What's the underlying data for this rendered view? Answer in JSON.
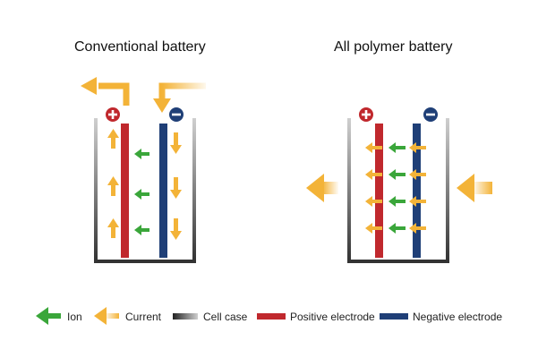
{
  "titles": {
    "left": "Conventional battery",
    "right": "All polymer battery"
  },
  "terminals": {
    "positive_symbol": "+",
    "negative_symbol": "−"
  },
  "legend": [
    {
      "key": "ion",
      "label": "Ion",
      "icon": "green-arrow-icon"
    },
    {
      "key": "current",
      "label": "Current",
      "icon": "orange-arrow-icon"
    },
    {
      "key": "cell_case",
      "label": "Cell case",
      "icon": "gradient-bar-icon"
    },
    {
      "key": "positive_electrode",
      "label": "Positive electrode",
      "icon": "red-bar-icon"
    },
    {
      "key": "negative_electrode",
      "label": "Negative electrode",
      "icon": "blue-bar-icon"
    }
  ],
  "colors": {
    "ion": "#3aa63a",
    "current": "#f3b338",
    "positive": "#c0282d",
    "negative": "#1f3f77",
    "case_dark": "#333333",
    "case_light": "#b5b5b5"
  }
}
